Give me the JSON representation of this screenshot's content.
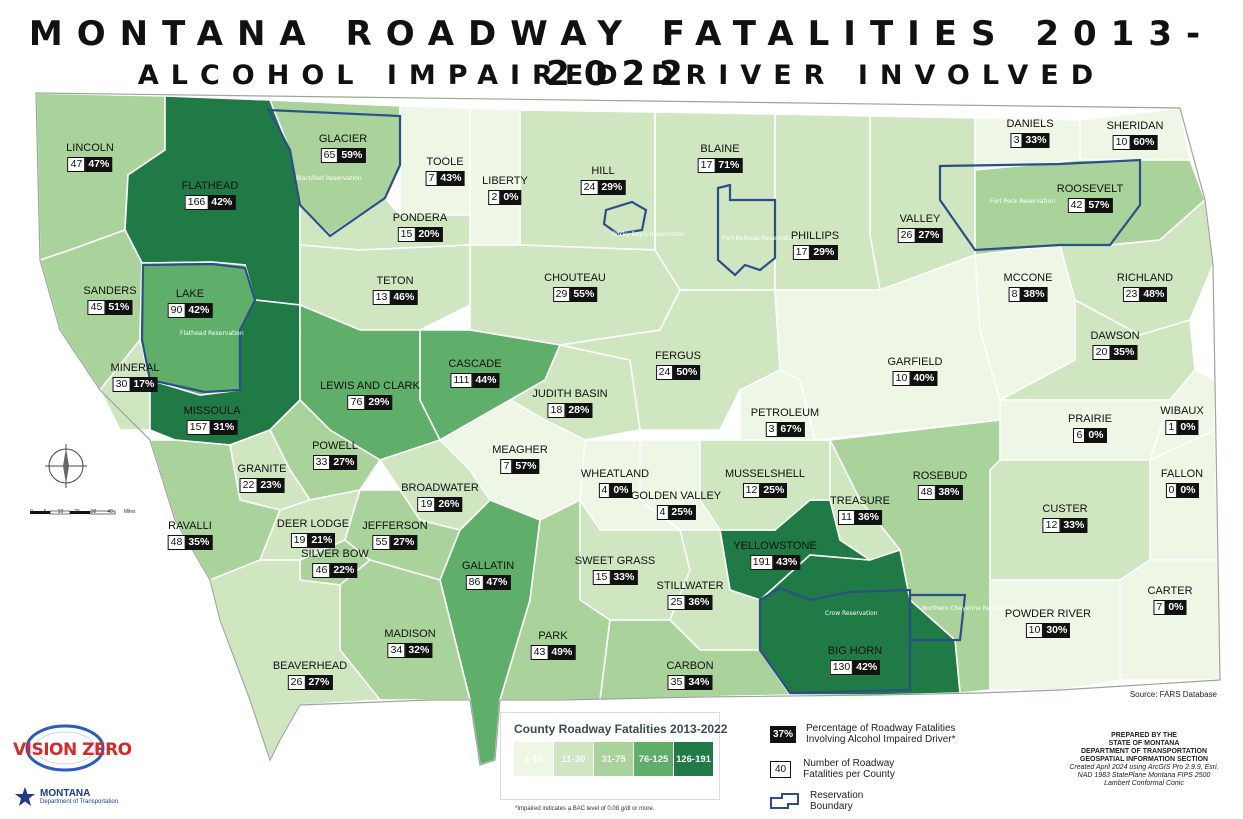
{
  "title": "MONTANA ROADWAY FATALITIES 2013-2022",
  "subtitle": "ALCOHOL IMPAIRED DRIVER INVOLVED",
  "colors": {
    "class_1": "#eef6e6",
    "class_2": "#cfe6c1",
    "class_3": "#a9d39a",
    "class_4": "#5fae69",
    "class_5": "#207a45",
    "reservation_outline": "#2c4f8a"
  },
  "counties": [
    {
      "name": "LINCOLN",
      "fatalities": "47",
      "percent": "47%"
    },
    {
      "name": "FLATHEAD",
      "fatalities": "166",
      "percent": "42%"
    },
    {
      "name": "GLACIER",
      "fatalities": "65",
      "percent": "59%"
    },
    {
      "name": "TOOLE",
      "fatalities": "7",
      "percent": "43%"
    },
    {
      "name": "LIBERTY",
      "fatalities": "2",
      "percent": "0%"
    },
    {
      "name": "HILL",
      "fatalities": "24",
      "percent": "29%"
    },
    {
      "name": "BLAINE",
      "fatalities": "17",
      "percent": "71%"
    },
    {
      "name": "PHILLIPS",
      "fatalities": "17",
      "percent": "29%"
    },
    {
      "name": "VALLEY",
      "fatalities": "26",
      "percent": "27%"
    },
    {
      "name": "DANIELS",
      "fatalities": "3",
      "percent": "33%"
    },
    {
      "name": "SHERIDAN",
      "fatalities": "10",
      "percent": "60%"
    },
    {
      "name": "ROOSEVELT",
      "fatalities": "42",
      "percent": "57%"
    },
    {
      "name": "PONDERA",
      "fatalities": "15",
      "percent": "20%"
    },
    {
      "name": "TETON",
      "fatalities": "13",
      "percent": "46%"
    },
    {
      "name": "CHOUTEAU",
      "fatalities": "29",
      "percent": "55%"
    },
    {
      "name": "SANDERS",
      "fatalities": "45",
      "percent": "51%"
    },
    {
      "name": "LAKE",
      "fatalities": "90",
      "percent": "42%"
    },
    {
      "name": "MINERAL",
      "fatalities": "30",
      "percent": "17%"
    },
    {
      "name": "MISSOULA",
      "fatalities": "157",
      "percent": "31%"
    },
    {
      "name": "LEWIS AND CLARK",
      "fatalities": "76",
      "percent": "29%"
    },
    {
      "name": "CASCADE",
      "fatalities": "111",
      "percent": "44%"
    },
    {
      "name": "JUDITH BASIN",
      "fatalities": "18",
      "percent": "28%"
    },
    {
      "name": "FERGUS",
      "fatalities": "24",
      "percent": "50%"
    },
    {
      "name": "PETROLEUM",
      "fatalities": "3",
      "percent": "67%"
    },
    {
      "name": "GARFIELD",
      "fatalities": "10",
      "percent": "40%"
    },
    {
      "name": "MCCONE",
      "fatalities": "8",
      "percent": "38%"
    },
    {
      "name": "RICHLAND",
      "fatalities": "23",
      "percent": "48%"
    },
    {
      "name": "DAWSON",
      "fatalities": "20",
      "percent": "35%"
    },
    {
      "name": "PRAIRIE",
      "fatalities": "6",
      "percent": "0%"
    },
    {
      "name": "WIBAUX",
      "fatalities": "1",
      "percent": "0%"
    },
    {
      "name": "FALLON",
      "fatalities": "0",
      "percent": "0%"
    },
    {
      "name": "CUSTER",
      "fatalities": "12",
      "percent": "33%"
    },
    {
      "name": "CARTER",
      "fatalities": "7",
      "percent": "0%"
    },
    {
      "name": "POWDER RIVER",
      "fatalities": "10",
      "percent": "30%"
    },
    {
      "name": "ROSEBUD",
      "fatalities": "48",
      "percent": "38%"
    },
    {
      "name": "TREASURE",
      "fatalities": "11",
      "percent": "36%"
    },
    {
      "name": "BIG HORN",
      "fatalities": "130",
      "percent": "42%"
    },
    {
      "name": "YELLOWSTONE",
      "fatalities": "191",
      "percent": "43%"
    },
    {
      "name": "MUSSELSHELL",
      "fatalities": "12",
      "percent": "25%"
    },
    {
      "name": "GOLDEN VALLEY",
      "fatalities": "4",
      "percent": "25%"
    },
    {
      "name": "WHEATLAND",
      "fatalities": "4",
      "percent": "0%"
    },
    {
      "name": "MEAGHER",
      "fatalities": "7",
      "percent": "57%"
    },
    {
      "name": "BROADWATER",
      "fatalities": "19",
      "percent": "26%"
    },
    {
      "name": "POWELL",
      "fatalities": "33",
      "percent": "27%"
    },
    {
      "name": "GRANITE",
      "fatalities": "22",
      "percent": "23%"
    },
    {
      "name": "RAVALLI",
      "fatalities": "48",
      "percent": "35%"
    },
    {
      "name": "DEER LODGE",
      "fatalities": "19",
      "percent": "21%"
    },
    {
      "name": "SILVER BOW",
      "fatalities": "46",
      "percent": "22%"
    },
    {
      "name": "JEFFERSON",
      "fatalities": "55",
      "percent": "27%"
    },
    {
      "name": "GALLATIN",
      "fatalities": "86",
      "percent": "47%"
    },
    {
      "name": "SWEET GRASS",
      "fatalities": "15",
      "percent": "33%"
    },
    {
      "name": "STILLWATER",
      "fatalities": "25",
      "percent": "36%"
    },
    {
      "name": "PARK",
      "fatalities": "43",
      "percent": "49%"
    },
    {
      "name": "CARBON",
      "fatalities": "35",
      "percent": "34%"
    },
    {
      "name": "MADISON",
      "fatalities": "34",
      "percent": "32%"
    },
    {
      "name": "BEAVERHEAD",
      "fatalities": "26",
      "percent": "27%"
    }
  ],
  "reservations": [
    {
      "name": "Blackfeet Reservation"
    },
    {
      "name": "Fort Peck Reservation"
    },
    {
      "name": "Rocky Boy's Reservation"
    },
    {
      "name": "Fort Belknap Reservation"
    },
    {
      "name": "Flathead Reservation"
    },
    {
      "name": "Crow Reservation"
    },
    {
      "name": "Northern Cheyenne Reservation"
    }
  ],
  "legend": {
    "title": "County Roadway Fatalities 2013-2022",
    "classes": [
      "1-10",
      "11-30",
      "31-75",
      "76-125",
      "126-191"
    ],
    "pct_example": "37%",
    "pct_text": "Percentage of Roadway Fatalities Involving Alcohol Impaired Driver*",
    "num_example": "40",
    "num_text": "Number of Roadway Fatalities per County",
    "res_text": "Reservation Boundary"
  },
  "footnote": "*Impaired indicates a BAC level of 0.08 g/dl or more.",
  "source": "Source: FARS Database",
  "prepared": {
    "line1": "PREPARED BY THE",
    "line2": "STATE OF MONTANA",
    "line3": "DEPARTMENT OF TRANSPORTATION",
    "line4": "GEOSPATIAL INFORMATION SECTION",
    "line5": "Created April 2024 using ArcGIS Pro 2.9.9, Esri.",
    "line6": "NAD 1983 StatePlane Montana FIPS 2500",
    "line7": "Lambert Conformal Conic"
  },
  "logos": {
    "vision_zero": "VISION ZERO",
    "mdt_name": "MONTANA",
    "mdt_sub": "Department of Transportation"
  },
  "scale_bar": {
    "ticks": [
      "0",
      "5",
      "10",
      "20",
      "30",
      "40"
    ],
    "unit": "Miles"
  }
}
